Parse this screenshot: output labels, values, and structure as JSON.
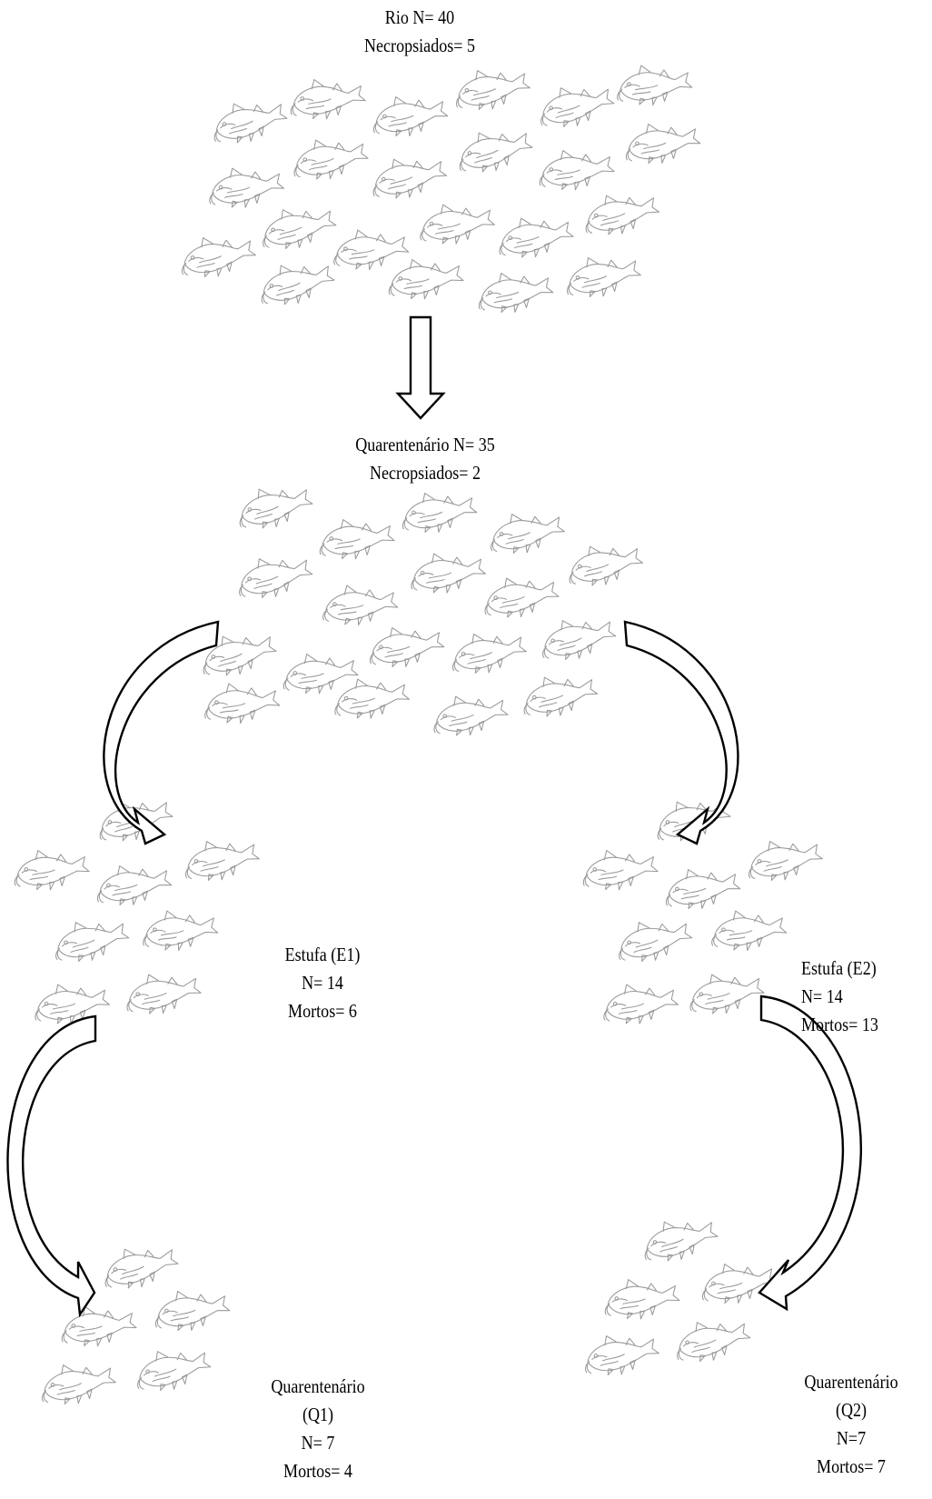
{
  "stages": {
    "rio": {
      "lines": [
        "Rio N= 40",
        "Necropsiados= 5"
      ]
    },
    "quar": {
      "lines": [
        "Quarentenário N= 35",
        "Necropsiados= 2"
      ]
    },
    "e1": {
      "lines": [
        "Estufa (E1)",
        "N= 14",
        "Mortos= 6"
      ]
    },
    "e2": {
      "lines": [
        "Estufa (E2)",
        "N= 14",
        "Mortos= 13"
      ]
    },
    "q1": {
      "lines": [
        "Quarentenário",
        "(Q1)",
        "N= 7",
        "Mortos= 4"
      ]
    },
    "q2": {
      "lines": [
        "Quarentenário",
        "(Q2)",
        "N=7",
        "Mortos= 7"
      ]
    }
  },
  "icons": {
    "fish": "fish-icon",
    "arrow": "hollow-arrow-icon"
  },
  "colors": {
    "fish_stroke": "#9a9a9a",
    "arrow_stroke": "#000000",
    "background": "#ffffff"
  }
}
